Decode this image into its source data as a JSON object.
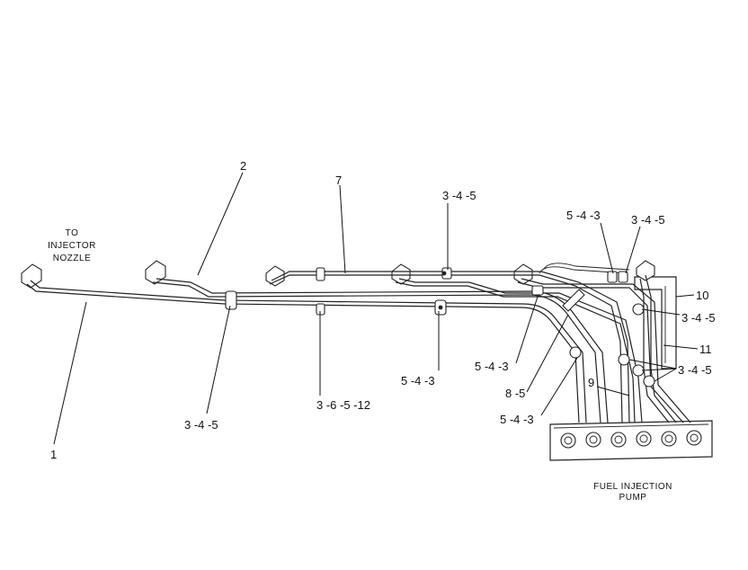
{
  "notes": {
    "to_injector": [
      "TO",
      "INJECTOR",
      "NOZZLE"
    ],
    "fuel_pump": [
      "FUEL INJECTION",
      "PUMP"
    ]
  },
  "callouts": {
    "c1": "1",
    "c2": "2",
    "c7": "7",
    "c9": "9",
    "c10": "10",
    "c11": "11",
    "c345_bottom_left": "3 -4 -5",
    "c3_6_5_12": "3 -6 -5 -12",
    "c345_top": "3 -4 -5",
    "c543_mid": "5 -4 -3",
    "c543_top_right": "5 -4 -3",
    "c345_top_right": "3 -4 -5",
    "c345_right_a": "3 -4 -5",
    "c345_right_b": "3 -4 -5",
    "c543_right_a": "5 -4 -3",
    "c85": "8 -5",
    "c543_right_b": "5 -4 -3"
  }
}
